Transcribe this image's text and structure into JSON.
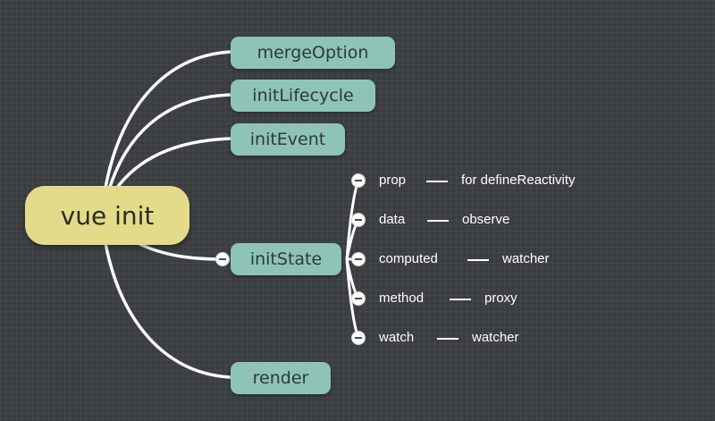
{
  "root": {
    "label": "vue init"
  },
  "branches": [
    {
      "id": "mergeOption",
      "label": "mergeOption"
    },
    {
      "id": "initLifecycle",
      "label": "initLifecycle"
    },
    {
      "id": "initEvent",
      "label": "initEvent"
    },
    {
      "id": "initState",
      "label": "initState"
    },
    {
      "id": "render",
      "label": "render"
    }
  ],
  "initState_children": [
    {
      "label": "prop",
      "detail": "for defineReactivity"
    },
    {
      "label": "data",
      "detail": "observe"
    },
    {
      "label": "computed",
      "detail": "watcher"
    },
    {
      "label": "method",
      "detail": "proxy"
    },
    {
      "label": "watch",
      "detail": "watcher"
    }
  ],
  "colors": {
    "background": "#3b3e40",
    "root": "#e3db8a",
    "branch": "#8ec3b8",
    "connector": "#ffffff"
  }
}
